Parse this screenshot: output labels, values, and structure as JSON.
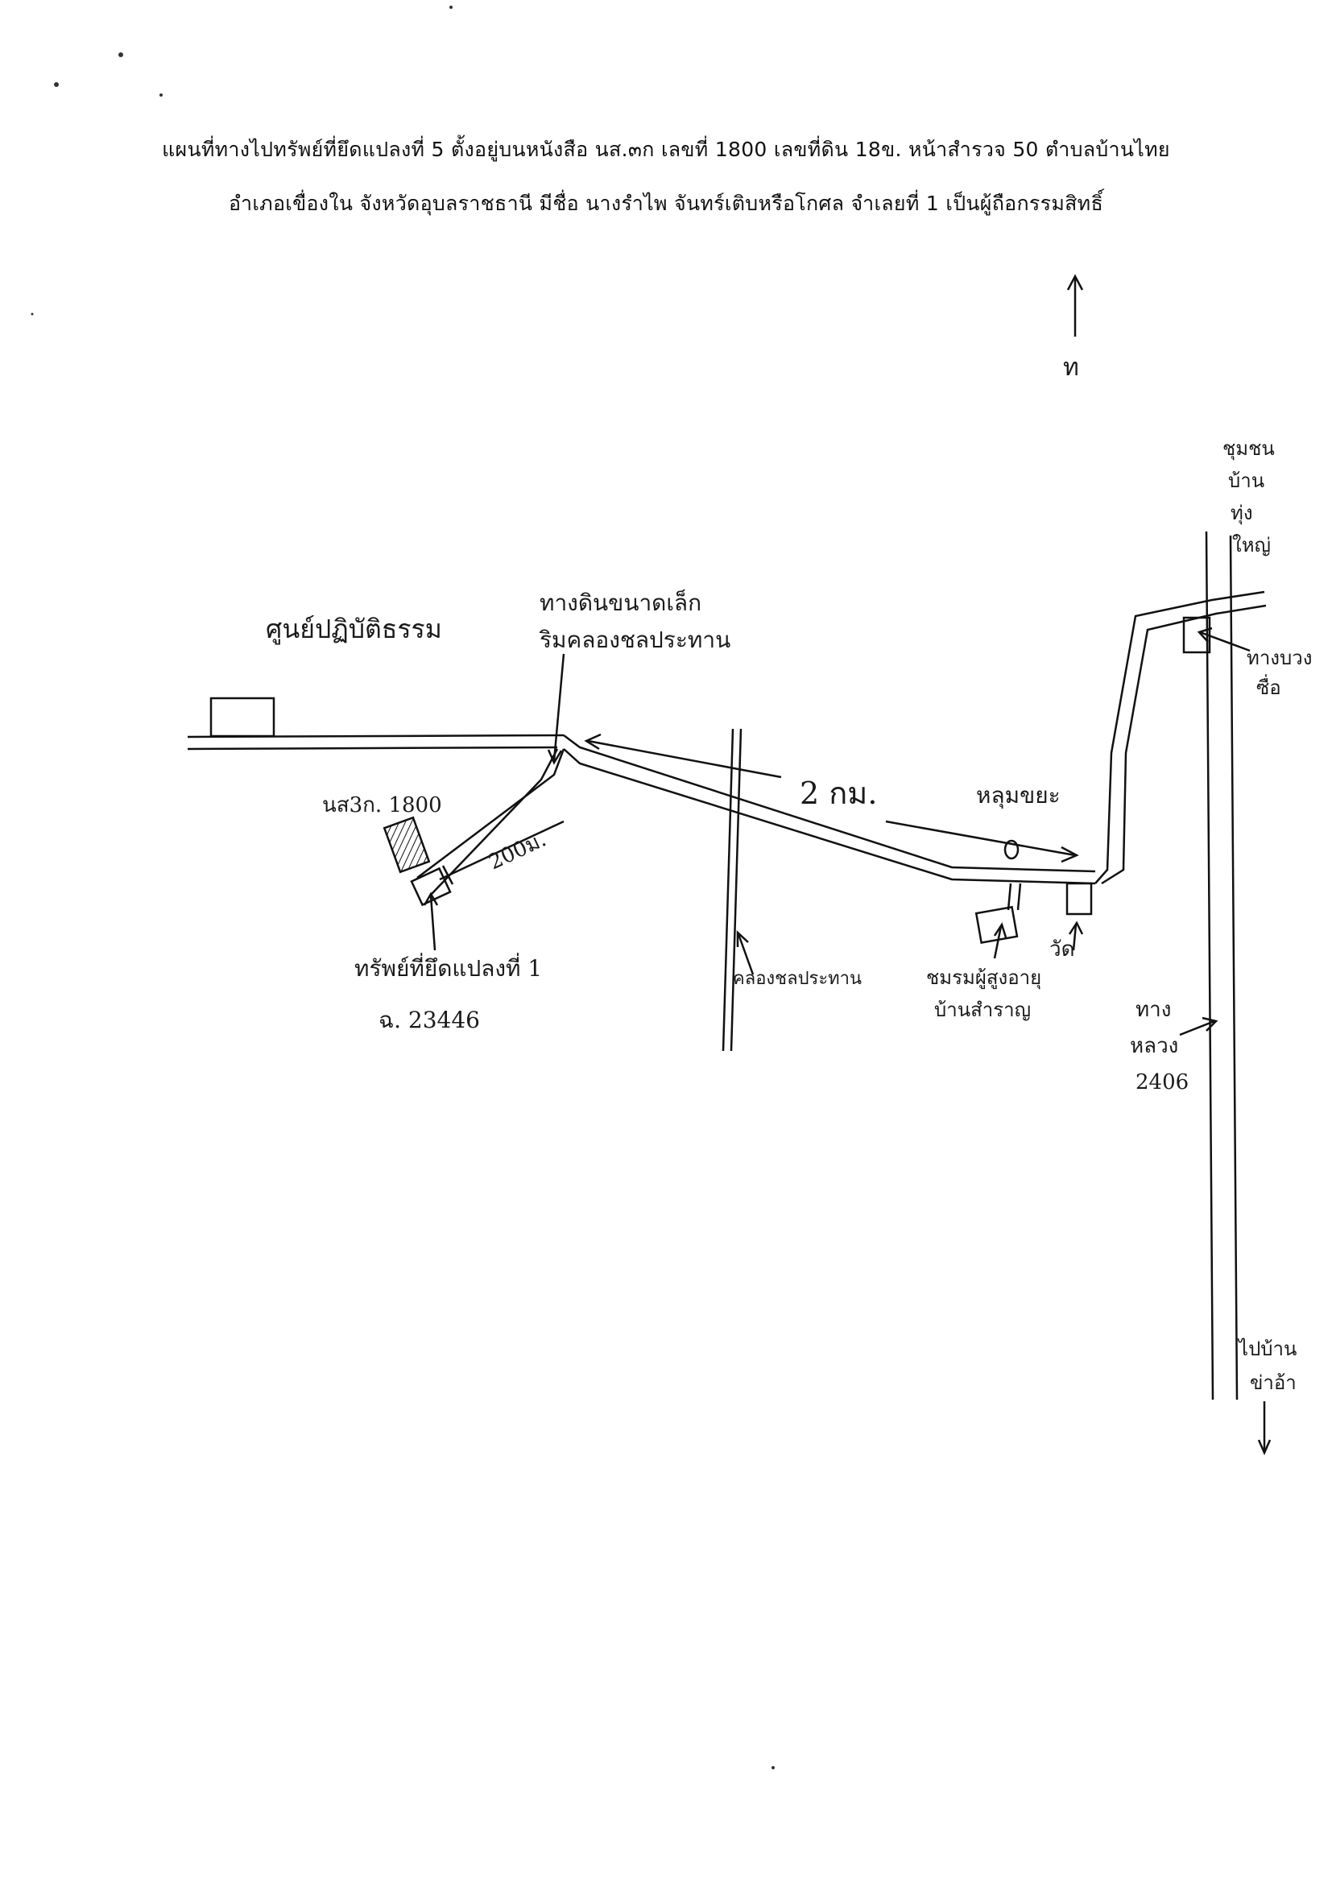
{
  "header": {
    "line1": "แผนที่ทางไปทรัพย์ที่ยึดแปลงที่ 5 ตั้งอยู่บนหนังสือ นส.๓ก เลขที่  1800  เลขที่ดิน  18ข.   หน้าสำรวจ  50  ตำบลบ้านไทย",
    "line2": "อำเภอเขื่องใน   จังหวัดอุบลราชธานี   มีชื่อ   นางรำไพ   จันทร์เติบหรือโกศล   จำเลยที่  1  เป็นผู้ถือกรรมสิทธิ์"
  },
  "map": {
    "north_symbol": "ท",
    "labels": {
      "practice_center": "ศูนย์ปฏิบัติธรรม",
      "dirt_road_line1": "ทางดินขนาดเล็ก",
      "dirt_road_line2": "ริมคลองชลประทาน",
      "distance_main": "2 กม.",
      "distance_short": "200ม.",
      "deed_number": "นส3ก. 1800",
      "seized_property": "ทรัพย์ที่ยึดแปลงที่ 1",
      "seized_deed": "ฉ. 23446",
      "irrigation_canal": "คลองชลประทาน",
      "garbage_pit": "หลุมขยะ",
      "temple": "วัด",
      "community_line1": "ชุมชน",
      "community_line2": "บ้าน",
      "community_line3": "ทุ่ง",
      "community_line4": "ใหญ่",
      "shop_line1": "ทางบวง",
      "shop_line2": "ซื่อ",
      "club_line1": "ชมรมผู้สูงอายุ",
      "club_line2": "บ้านสำราญ",
      "highway_line1": "ทาง",
      "highway_line2": "หลวง",
      "highway_line3": "2406",
      "to_village_line1": "ไปบ้าน",
      "to_village_line2": "ข่าอ้า"
    }
  }
}
